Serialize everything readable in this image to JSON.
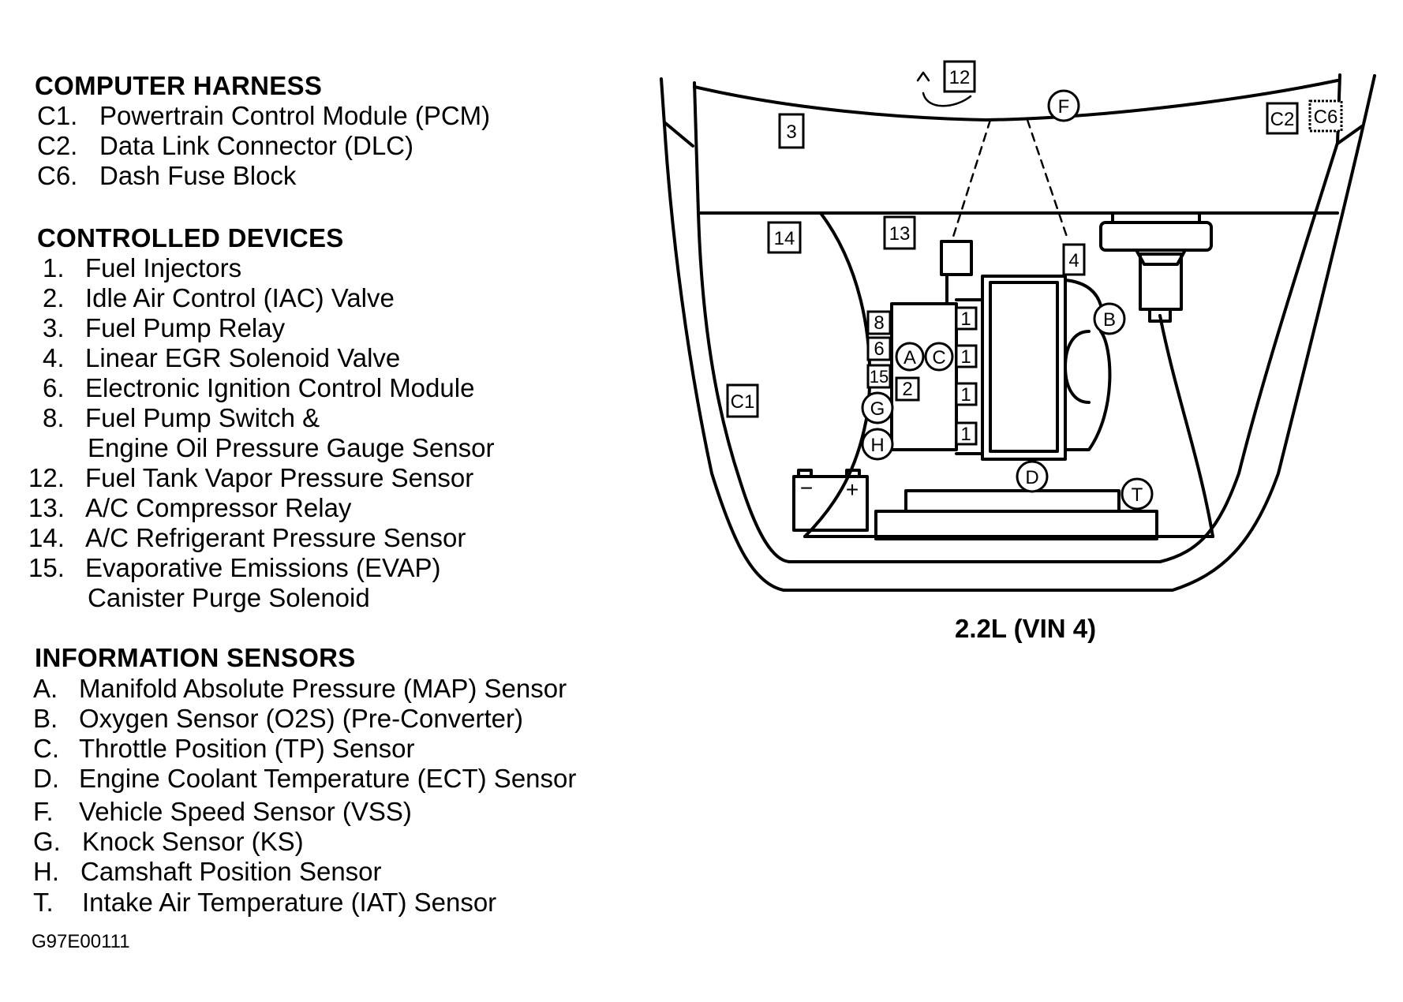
{
  "sections": {
    "computer_harness": {
      "title": "COMPUTER HARNESS",
      "items": [
        {
          "code": "C1.",
          "label": "Powertrain Control Module (PCM)"
        },
        {
          "code": "C2.",
          "label": "Data Link Connector (DLC)"
        },
        {
          "code": "C6.",
          "label": "Dash Fuse Block"
        }
      ]
    },
    "controlled_devices": {
      "title": "CONTROLLED DEVICES",
      "items": [
        {
          "code": "1.",
          "label": "Fuel Injectors"
        },
        {
          "code": "2.",
          "label": "Idle Air Control (IAC) Valve"
        },
        {
          "code": "3.",
          "label": "Fuel Pump Relay"
        },
        {
          "code": "4.",
          "label": "Linear EGR Solenoid Valve"
        },
        {
          "code": "6.",
          "label": "Electronic Ignition Control Module"
        },
        {
          "code": "8.",
          "label": "Fuel Pump Switch &"
        },
        {
          "code": "",
          "label": "Engine Oil Pressure Gauge Sensor"
        },
        {
          "code": "12.",
          "label": "Fuel Tank Vapor Pressure Sensor"
        },
        {
          "code": "13.",
          "label": "A/C Compressor Relay"
        },
        {
          "code": "14.",
          "label": "A/C Refrigerant Pressure Sensor"
        },
        {
          "code": "15.",
          "label": "Evaporative Emissions (EVAP)"
        },
        {
          "code": "",
          "label": "Canister Purge Solenoid"
        }
      ]
    },
    "information_sensors": {
      "title": "INFORMATION SENSORS",
      "items": [
        {
          "code": "A.",
          "label": "Manifold Absolute Pressure (MAP) Sensor"
        },
        {
          "code": "B.",
          "label": "Oxygen Sensor (O2S) (Pre-Converter)"
        },
        {
          "code": "C.",
          "label": "Throttle Position (TP) Sensor"
        },
        {
          "code": "D.",
          "label": "Engine Coolant Temperature (ECT) Sensor"
        },
        {
          "code": "F.",
          "label": "Vehicle Speed Sensor (VSS)"
        },
        {
          "code": "G.",
          "label": "Knock Sensor (KS)"
        },
        {
          "code": "H.",
          "label": "Camshaft Position Sensor"
        },
        {
          "code": "T.",
          "label": "Intake Air Temperature (IAT) Sensor"
        }
      ]
    }
  },
  "figure_id": "G97E00111",
  "diagram": {
    "caption": "2.2L (VIN 4)",
    "box_labels": {
      "b12": "12",
      "b3": "3",
      "bC2": "C2",
      "bC6": "C6",
      "b14": "14",
      "b13": "13",
      "b4": "4",
      "b8": "8",
      "b6": "6",
      "b15": "15",
      "b2": "2",
      "bC1": "C1",
      "i1a": "1",
      "i1b": "1",
      "i1c": "1",
      "i1d": "1"
    },
    "circle_labels": {
      "cF": "F",
      "cA": "A",
      "cC": "C",
      "cB": "B",
      "cG": "G",
      "cH": "H",
      "cD": "D",
      "cT": "T"
    },
    "battery": {
      "neg": "−",
      "pos": "+"
    }
  }
}
